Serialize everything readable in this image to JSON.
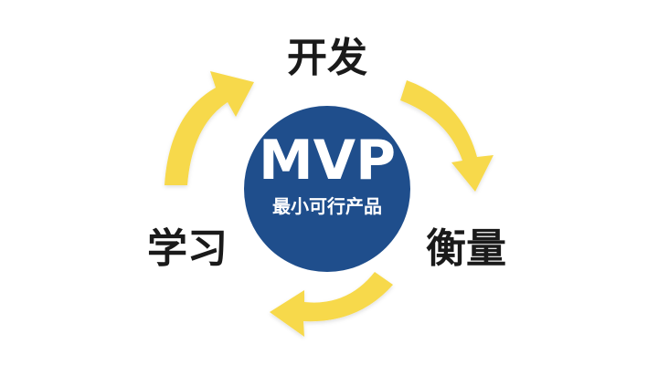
{
  "diagram": {
    "center": {
      "title": "MVP",
      "subtitle": "最小可行产品"
    },
    "stages": {
      "top": "开发",
      "right": "衡量",
      "left": "学习"
    },
    "colors": {
      "circle": "#1f4e8c",
      "arrow": "#f7d94c",
      "text": "#1a1a1a"
    }
  }
}
